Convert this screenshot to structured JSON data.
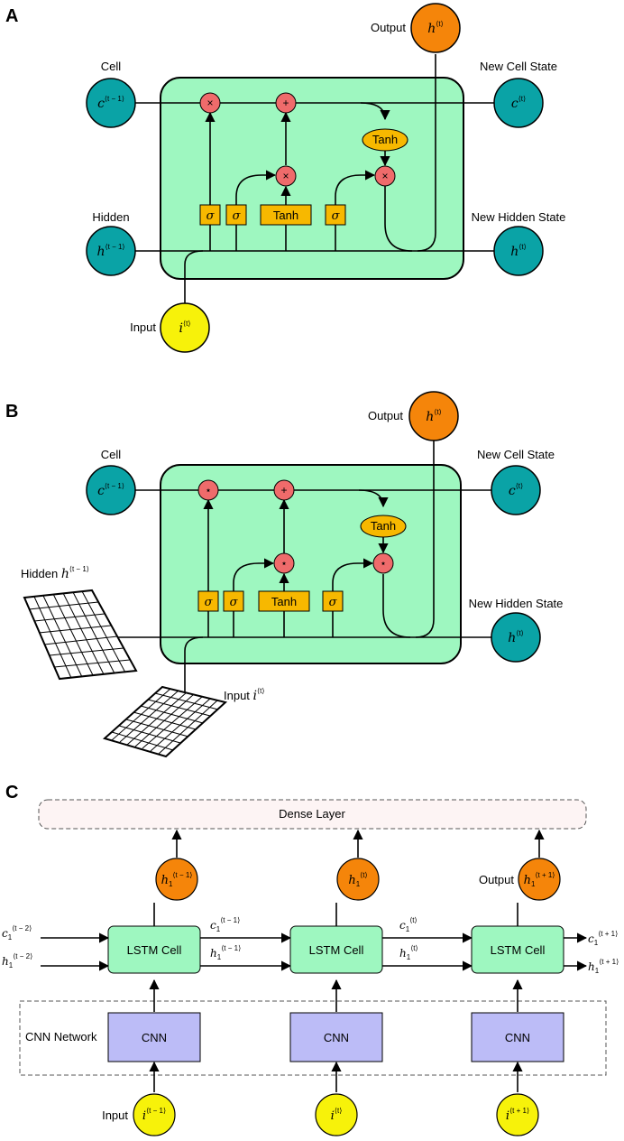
{
  "panel_a": {
    "letter": "A",
    "cell_label": "Cell",
    "hidden_label": "Hidden",
    "input_label": "Input",
    "output_label": "Output",
    "new_cell_label": "New Cell State",
    "new_hidden_label": "New Hidden State",
    "c_prev": {
      "base": "c",
      "sup": "⟨t − 1⟩"
    },
    "h_prev": {
      "base": "h",
      "sup": "⟨t − 1⟩"
    },
    "c_new": {
      "base": "c",
      "sup": "⟨t⟩"
    },
    "h_new": {
      "base": "h",
      "sup": "⟨t⟩"
    },
    "h_out": {
      "base": "h",
      "sup": "⟨t⟩"
    },
    "x_in": {
      "base": "i",
      "sup": "⟨t⟩"
    },
    "mult_symbol": "×",
    "plus_symbol": "+",
    "sigma": "σ",
    "tanh": "Tanh"
  },
  "panel_b": {
    "letter": "B",
    "cell_label": "Cell",
    "hidden_label": "Hidden",
    "input_label": "Input",
    "output_label": "Output",
    "new_cell_label": "New Cell State",
    "new_hidden_label": "New Hidden State",
    "c_prev": {
      "base": "c",
      "sup": "⟨t − 1⟩"
    },
    "h_prev": {
      "base": "h",
      "sup": "⟨t − 1⟩"
    },
    "c_new": {
      "base": "c",
      "sup": "⟨t⟩"
    },
    "h_new": {
      "base": "h",
      "sup": "⟨t⟩"
    },
    "h_out": {
      "base": "h",
      "sup": "⟨t⟩"
    },
    "x_in": {
      "base": "i",
      "sup": "⟨t⟩"
    },
    "conv_symbol": "⋆",
    "plus_symbol": "+",
    "sigma": "σ",
    "tanh": "Tanh"
  },
  "panel_c": {
    "letter": "C",
    "dense_label": "Dense Layer",
    "cnn_network_label": "CNN Network",
    "cnn_label": "CNN",
    "lstm_label": "LSTM Cell",
    "input_label": "Input",
    "output_label": "Output",
    "outputs": [
      {
        "base": "h",
        "sub": "1",
        "sup": "⟨t − 1⟩"
      },
      {
        "base": "h",
        "sub": "1",
        "sup": "⟨t⟩"
      },
      {
        "base": "h",
        "sub": "1",
        "sup": "⟨t + 1⟩"
      }
    ],
    "inputs": [
      {
        "base": "i",
        "sup": "⟨t − 1⟩"
      },
      {
        "base": "i",
        "sup": "⟨t⟩"
      },
      {
        "base": "i",
        "sup": "⟨t + 1⟩"
      }
    ],
    "c_start": {
      "base": "c",
      "sub": "1",
      "sup": "⟨t − 2⟩"
    },
    "h_start": {
      "base": "h",
      "sub": "1",
      "sup": "⟨t − 2⟩"
    },
    "c_mid1": {
      "base": "c",
      "sub": "1",
      "sup": "⟨t − 1⟩"
    },
    "h_mid1": {
      "base": "h",
      "sub": "1",
      "sup": "⟨t − 1⟩"
    },
    "c_mid2": {
      "base": "c",
      "sub": "1",
      "sup": "⟨t⟩"
    },
    "h_mid2": {
      "base": "h",
      "sub": "1",
      "sup": "⟨t⟩"
    },
    "c_end": {
      "base": "c",
      "sub": "1",
      "sup": "⟨t + 1⟩"
    },
    "h_end": {
      "base": "h",
      "sub": "1",
      "sup": "⟨t + 1⟩"
    }
  },
  "colors": {
    "cell_fill": "#9ef7c0",
    "state_node": "#0aa3a6",
    "output_node": "#f5850a",
    "input_node": "#f7f20a",
    "gate_box": "#f7b800",
    "op_node": "#ef6b6b",
    "cnn_box": "#bcbcf7",
    "dense_fill": "#fdf4f4"
  }
}
